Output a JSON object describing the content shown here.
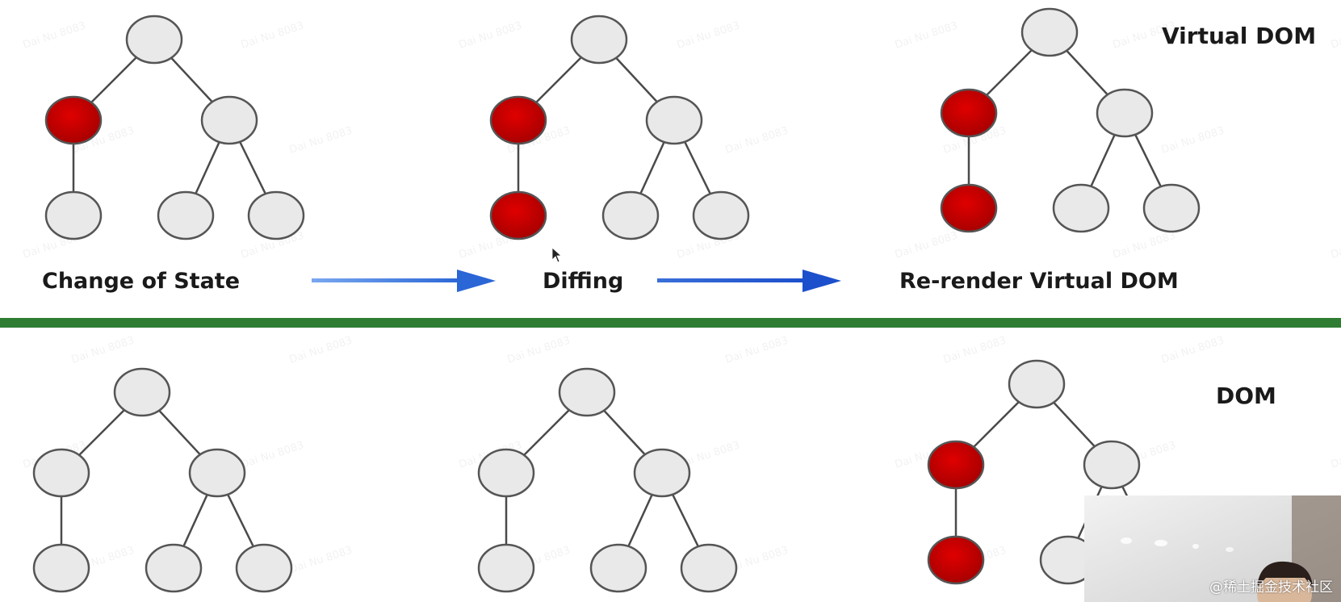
{
  "sections": {
    "virtual": {
      "title": "Virtual DOM"
    },
    "real": {
      "title": "DOM"
    }
  },
  "steps": [
    {
      "label": "Change of State"
    },
    {
      "label": "Diffing"
    },
    {
      "label": "Re-render Virtual DOM"
    }
  ],
  "trees": {
    "virtual": [
      {
        "highlighted": [
          "left"
        ]
      },
      {
        "highlighted": [
          "left",
          "left-child"
        ]
      },
      {
        "highlighted": [
          "left",
          "left-child"
        ]
      }
    ],
    "real": [
      {
        "highlighted": []
      },
      {
        "highlighted": []
      },
      {
        "highlighted": [
          "left",
          "left-child"
        ]
      }
    ]
  },
  "watermark": "Dai Nu 8083",
  "video_overlay": {
    "caption": "@稀土掘金技术社区"
  },
  "colors": {
    "node_fill": "#e9e9ea",
    "node_stroke": "#555555",
    "node_highlight": "#cc0000",
    "divider": "#2e7d32",
    "arrow": "#2a66d6"
  }
}
